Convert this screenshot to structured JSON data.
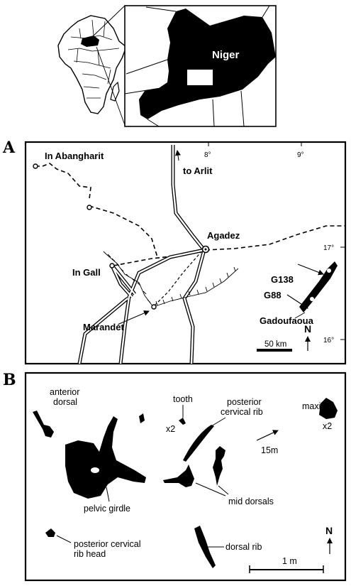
{
  "inset": {
    "country_label": "Niger"
  },
  "panel_a": {
    "letter": "A",
    "places": {
      "in_abangharit": "In Abangharit",
      "to_arlit": "to Arlit",
      "agadez": "Agadez",
      "in_gall": "In Gall",
      "marandet": "Marandét",
      "gadoufaoua": "Gadoufaoua"
    },
    "sites": {
      "g138": "G138",
      "g88": "G88"
    },
    "graticule": {
      "lon_8": "8°",
      "lon_9": "9°",
      "lat_17": "17°",
      "lat_16": "16°"
    },
    "north_label": "N",
    "scale_label": "50 km"
  },
  "panel_b": {
    "letter": "B",
    "labels": {
      "anterior_dorsal": "anterior dorsal",
      "tooth": "tooth",
      "tooth_count": "x2",
      "posterior_cervical_rib": "posterior cervical rib",
      "maxilla": "maxilla",
      "maxilla_count": "x2",
      "distance": "15m",
      "pelvic_girdle": "pelvic girdle",
      "mid_dorsals": "mid dorsals",
      "posterior_cervical_rib_head": "posterior cervical rib head",
      "dorsal_rib": "dorsal rib"
    },
    "north_label": "N",
    "scale_label": "1 m"
  }
}
